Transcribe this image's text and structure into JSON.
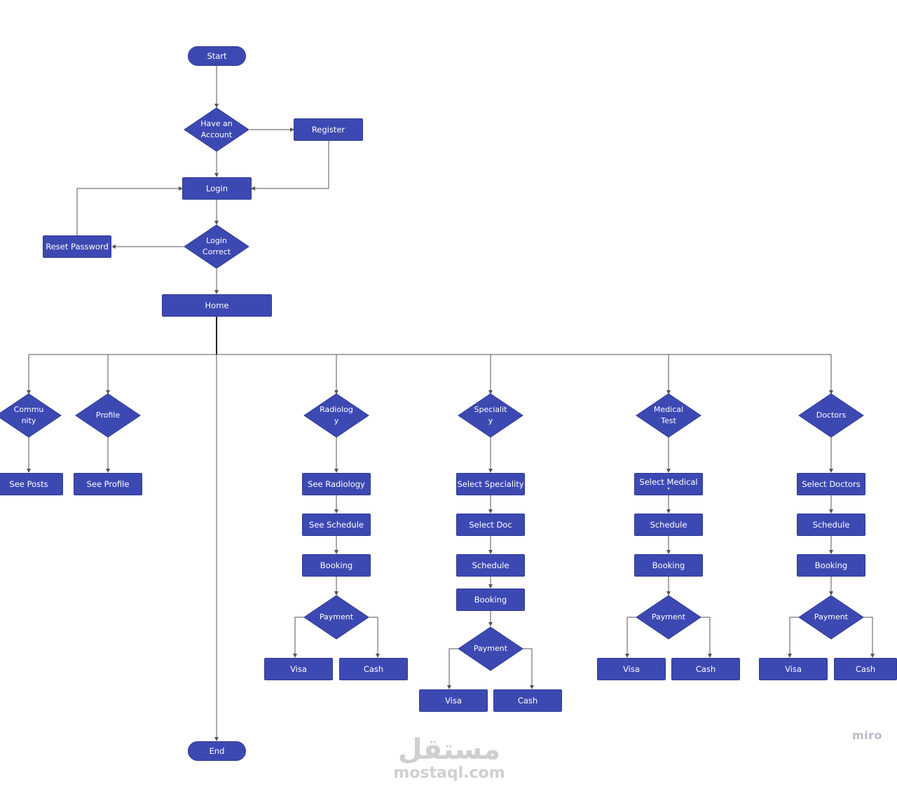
{
  "nodes": {
    "start": "Start",
    "have_account": "Have an\nAccount",
    "register": "Register",
    "login": "Login",
    "login_correct": "Login\nCorrect",
    "reset_password": "Reset Password",
    "home": "Home",
    "community": "Commu\nnity",
    "profile": "Profile",
    "see_posts": "See Posts",
    "see_profile": "See Profile",
    "radiology": "Radiolog\ny",
    "see_radiology": "See Radiology",
    "see_schedule": "See Schedule",
    "radiology_booking": "Booking",
    "radiology_payment": "Payment",
    "radiology_visa": "Visa",
    "radiology_cash": "Cash",
    "speciality": "Specialit\ny",
    "select_speciality": "Select Speciality",
    "select_doc": "Select Doc",
    "speciality_schedule": "Schedule",
    "speciality_booking": "Booking",
    "speciality_payment": "Payment",
    "speciality_visa": "Visa",
    "speciality_cash": "Cash",
    "medical_test": "Medical\nTest",
    "select_medical": "Select Medical",
    "medical_schedule": "Schedule",
    "medical_booking": "Booking",
    "medical_payment": "Payment",
    "medical_visa": "Visa",
    "medical_cash": "Cash",
    "doctors": "Doctors",
    "select_doctors": "Select Doctors",
    "doctors_schedule": "Schedule",
    "doctors_booking": "Booking",
    "doctors_payment": "Payment",
    "doctors_visa": "Visa",
    "doctors_cash": "Cash",
    "end": "End"
  },
  "colors": {
    "node_fill": "#3d49b2",
    "edge": "#555555"
  },
  "branding": {
    "miro": "miro",
    "watermark_ar": "مستقل",
    "watermark_latin": "mostaql.com"
  }
}
